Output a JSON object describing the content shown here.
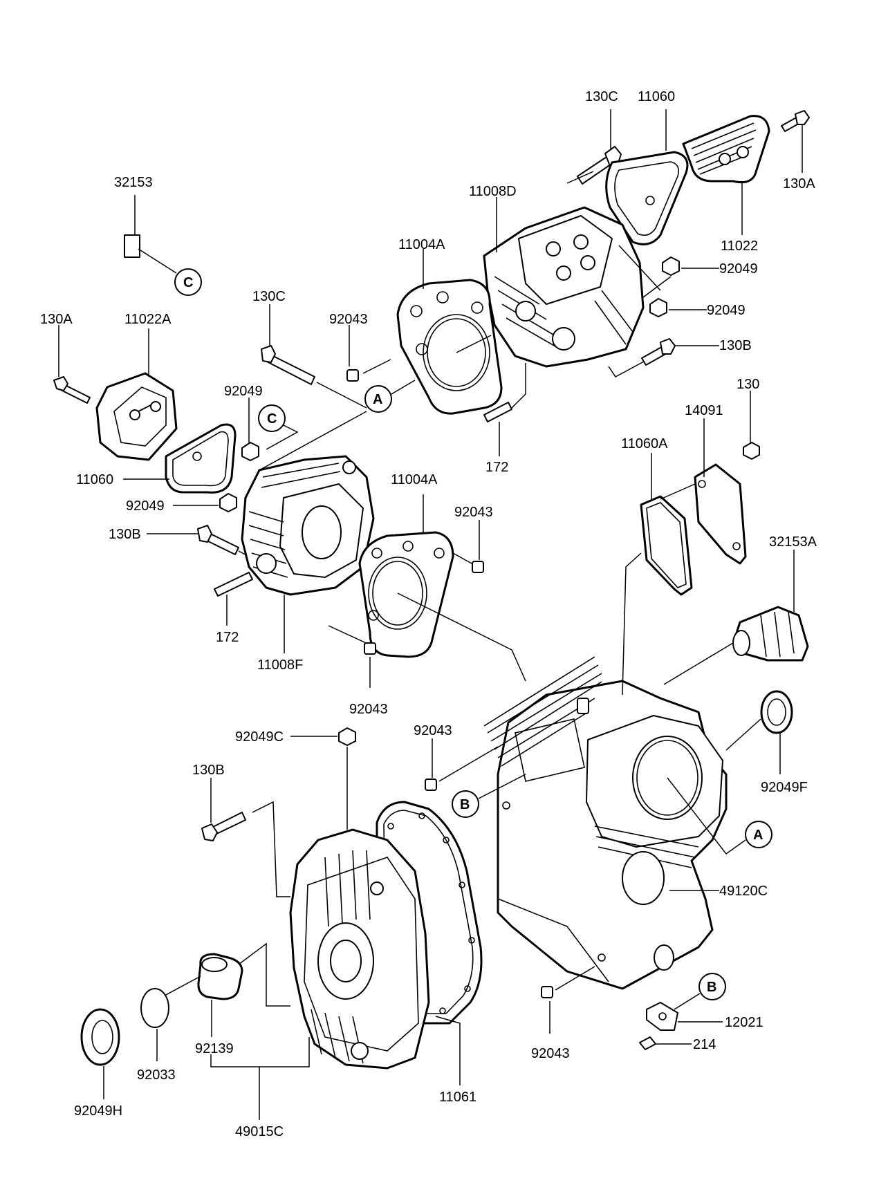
{
  "labels": {
    "l_130C_top": "130C",
    "l_11060_top": "11060",
    "l_130A_right": "130A",
    "l_11008D": "11008D",
    "l_11022": "11022",
    "l_32153": "32153",
    "l_11004A_top": "11004A",
    "l_92049_r1": "92049",
    "l_92049_r2": "92049",
    "l_130B_right": "130B",
    "l_130C_mid": "130C",
    "l_92043_top": "92043",
    "l_130A_left": "130A",
    "l_11022A": "11022A",
    "l_92049_left": "92049",
    "l_172_mid": "172",
    "l_130_right": "130",
    "l_14091": "14091",
    "l_11060A": "11060A",
    "l_11060_left": "11060",
    "l_11004A_mid": "11004A",
    "l_92043_mid": "92043",
    "l_92049_left2": "92049",
    "l_130B_left": "130B",
    "l_32153A": "32153A",
    "l_172_left": "172",
    "l_11008F": "11008F",
    "l_92043_low": "92043",
    "l_92049C": "92049C",
    "l_92043_crank": "92043",
    "l_130B_bottom": "130B",
    "l_92049F": "92049F",
    "l_49120C": "49120C",
    "l_12021": "12021",
    "l_214": "214",
    "l_92139": "92139",
    "l_92033": "92033",
    "l_92043_bottom": "92043",
    "l_11061": "11061",
    "l_92049H": "92049H",
    "l_49015C": "49015C"
  },
  "refs": {
    "c1": "C",
    "c2": "C",
    "a1": "A",
    "a2": "A",
    "b1": "B",
    "b2": "B"
  }
}
